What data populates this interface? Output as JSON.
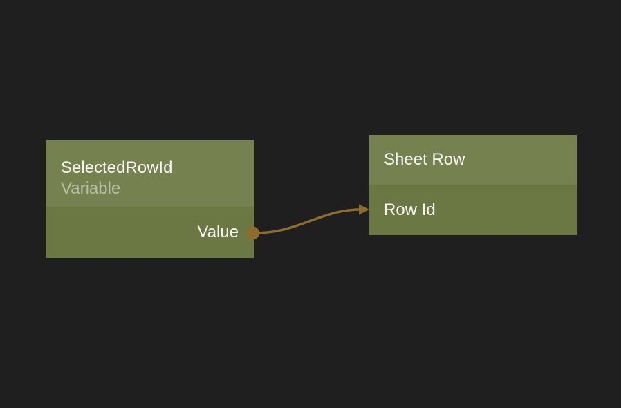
{
  "canvas": {
    "background_color": "#1F1F20"
  },
  "nodes": {
    "variable": {
      "title": "SelectedRowId",
      "subtitle": "Variable",
      "outputs": [
        {
          "label": "Value"
        }
      ],
      "header_color": "#75814F",
      "body_color": "#6B7844"
    },
    "sheet_row": {
      "title": "Sheet Row",
      "inputs": [
        {
          "label": "Row Id"
        }
      ],
      "header_color": "#75814F",
      "body_color": "#6B7844"
    }
  },
  "connection": {
    "from_label": "Value",
    "to_label": "Row Id",
    "color": "#8C6D2B"
  },
  "text_colors": {
    "title": "#F6F7F1",
    "subtitle": "#B6BEA3"
  }
}
